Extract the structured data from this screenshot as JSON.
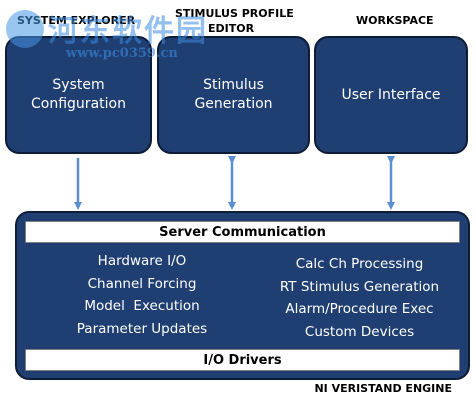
{
  "headers": {
    "system_explorer": "SYSTEM EXPLORER",
    "stimulus_profile_editor_line1": "STIMULUS PROFILE",
    "stimulus_profile_editor_line2": "EDITOR",
    "workspace": "WORKSPACE"
  },
  "blocks": {
    "system_configuration": [
      "System",
      "Configuration"
    ],
    "stimulus_generation": [
      "Stimulus",
      "Generation"
    ],
    "user_interface": [
      "User Interface"
    ]
  },
  "engine": {
    "server_communication": "Server Communication",
    "left_items": [
      "Hardware I/O",
      "Channel Forcing",
      "Model  Execution",
      "Parameter Updates"
    ],
    "right_items": [
      "Calc Ch Processing",
      "RT Stimulus Generation",
      "Alarm/Procedure Exec",
      "Custom Devices"
    ],
    "io_drivers": "I/O Drivers",
    "footer": "NI VERISTAND ENGINE"
  },
  "watermark": {
    "text": "河东软件园",
    "url": "www.pc0359.cn"
  },
  "colors": {
    "block_fill": "#1f3f72",
    "block_border": "#0e1d36",
    "arrow": "#5b8fd1"
  }
}
